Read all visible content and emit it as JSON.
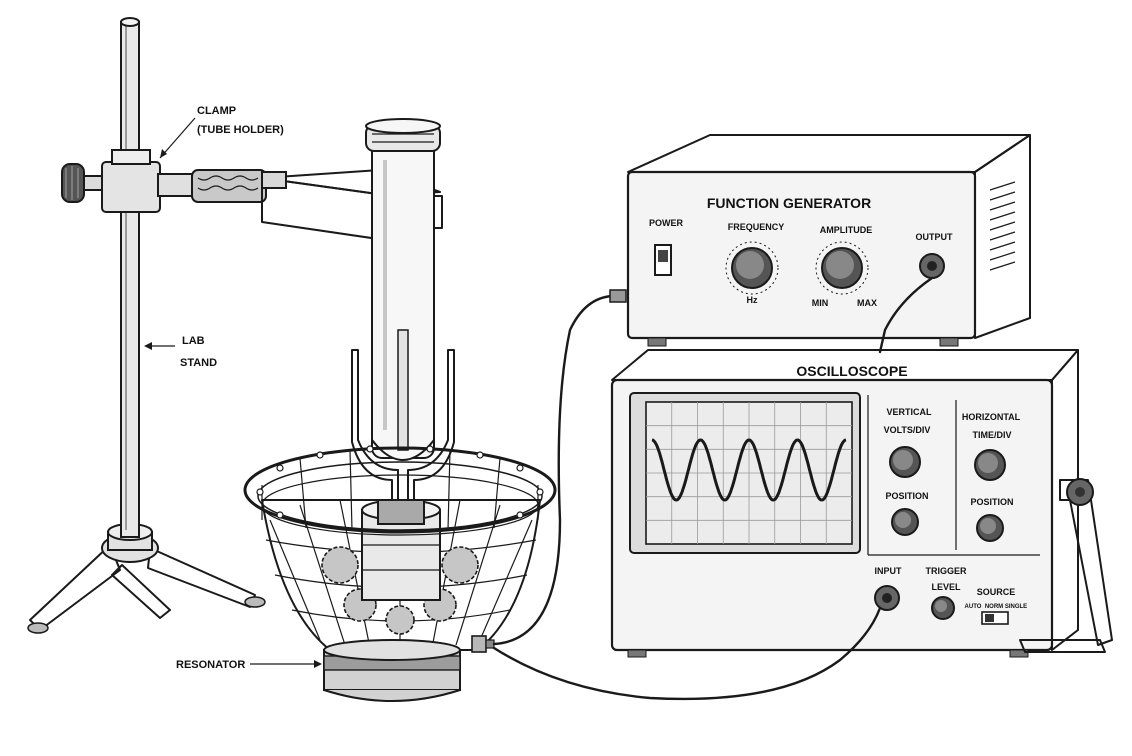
{
  "labels": {
    "clamp": "CLAMP",
    "clamp_sub": "(TUBE HOLDER)",
    "lab": "LAB",
    "stand": "STAND",
    "resonator": "RESONATOR"
  },
  "function_generator": {
    "title": "FUNCTION GENERATOR",
    "power": "POWER",
    "frequency": "FREQUENCY",
    "hz": "Hz",
    "amplitude": "AMPLITUDE",
    "min": "MIN",
    "max": "MAX",
    "output": "OUTPUT"
  },
  "oscilloscope": {
    "title": "OSCILLOSCOPE",
    "vertical": "VERTICAL",
    "volts_div": "VOLTS/DIV",
    "v_position": "POSITION",
    "horizontal": "HORIZONTAL",
    "time_div": "TIME/DIV",
    "h_position": "POSITION",
    "input": "INPUT",
    "trigger": "TRIGGER",
    "level": "LEVEL",
    "source": "SOURCE",
    "auto": "AUTO",
    "norm": "NORM",
    "single": "SINGLE"
  },
  "colors": {
    "ink": "#1a1a1a",
    "panel": "#f4f4f4",
    "screen": "#ececec",
    "metal": "#d6d6d6"
  }
}
